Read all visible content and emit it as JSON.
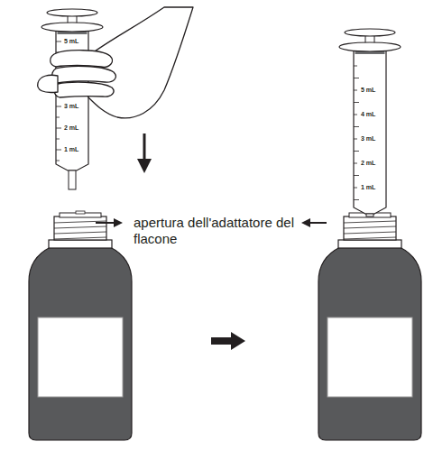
{
  "diagram": {
    "labels": [
      "5 mL",
      "3 mL",
      "2 mL",
      "1 mL",
      "apertura dell'adattatore del flacone",
      "5 mL",
      "4 mL",
      "3 mL",
      "2 mL",
      "1 mL"
    ]
  }
}
